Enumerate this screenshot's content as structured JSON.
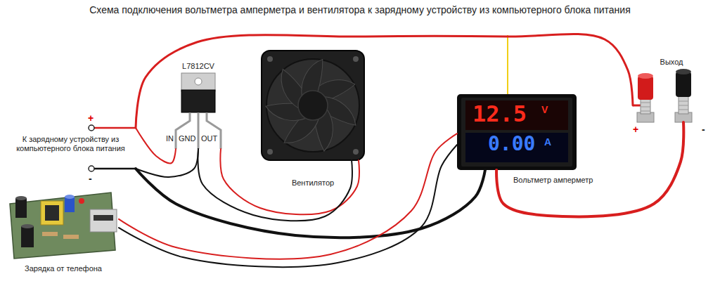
{
  "diagram": {
    "title": "Схема подключения вольтметра амперметра и вентилятора к зарядному устройству из компьютерного блока питания",
    "nodes": [
      {
        "text": [
          "К зарядному устройству из компьютерного блока питания"
        ]
      },
      {
        "text": [
          "L7812CV"
        ]
      },
      {
        "text": [
          "Вентилятор"
        ]
      },
      {
        "text": [
          "12.5",
          "V",
          "0.00",
          "A",
          "Вольтметр амперметр"
        ]
      },
      {
        "text": [
          "Выход"
        ]
      },
      {
        "text": [
          "Зарядка от телефона"
        ]
      }
    ],
    "edges": [
      {
        "from": 0,
        "to": 4,
        "arrow": "none"
      },
      {
        "from": 0,
        "to": 1,
        "arrow": "none"
      },
      {
        "from": 0,
        "to": 1,
        "arrow": "none"
      },
      {
        "from": 1,
        "to": 2,
        "arrow": "none"
      },
      {
        "from": 1,
        "to": 2,
        "arrow": "none"
      },
      {
        "from": 0,
        "to": 3,
        "arrow": "none"
      },
      {
        "from": 5,
        "to": 3,
        "arrow": "none"
      },
      {
        "from": 5,
        "to": 3,
        "arrow": "none"
      },
      {
        "from": 3,
        "to": 4,
        "arrow": "none"
      }
    ],
    "labels": [
      "+",
      "-",
      "IN",
      "GND",
      "OUT",
      "+",
      "-"
    ]
  }
}
